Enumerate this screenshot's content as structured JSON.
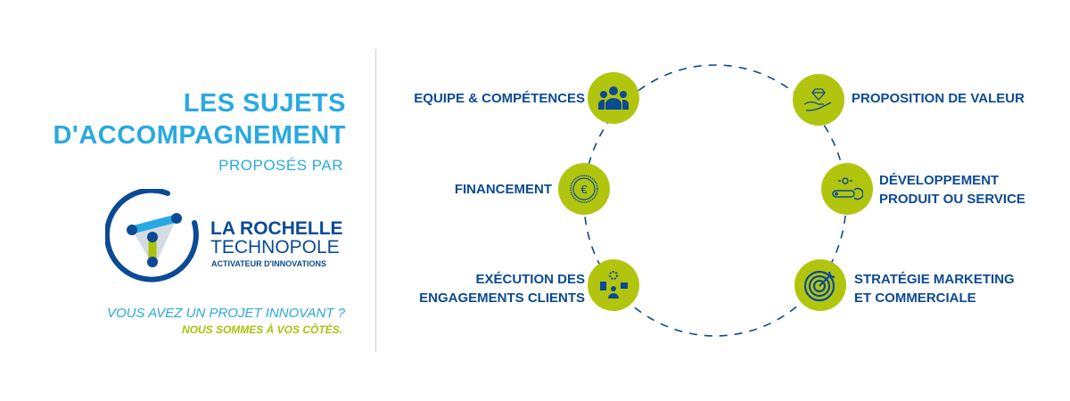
{
  "header": {
    "title_line1": "LES SUJETS",
    "title_line2": "D'ACCOMPAGNEMENT",
    "subtitle": "PROPOSÉS PAR"
  },
  "logo": {
    "name_line1": "LA ROCHELLE",
    "name_line2": "TECHNOPOLE",
    "tagline": "ACTIVATEUR D'INNOVATIONS"
  },
  "footer": {
    "question": "VOUS AVEZ UN PROJET INNOVANT ?",
    "answer": "NOUS SOMMES À VOS CÔTÉS."
  },
  "topics": [
    {
      "label_line1": "EQUIPE & COMPÉTENCES",
      "label_line2": "",
      "icon": "team-icon"
    },
    {
      "label_line1": "PROPOSITION DE VALEUR",
      "label_line2": "",
      "icon": "diamond-hand-icon"
    },
    {
      "label_line1": "FINANCEMENT",
      "label_line2": "",
      "icon": "euro-coin-icon"
    },
    {
      "label_line1": "DÉVELOPPEMENT",
      "label_line2": "PRODUIT OU SERVICE",
      "icon": "wrench-bulb-icon"
    },
    {
      "label_line1": "EXÉCUTION DES",
      "label_line2": "ENGAGEMENTS CLIENTS",
      "icon": "client-network-icon"
    },
    {
      "label_line1": "STRATÉGIE MARKETING",
      "label_line2": "ET COMMERCIALE",
      "icon": "target-icon"
    }
  ],
  "colors": {
    "blue": "#0b4a94",
    "cyan": "#29a9e1",
    "green": "#b1c50f"
  }
}
